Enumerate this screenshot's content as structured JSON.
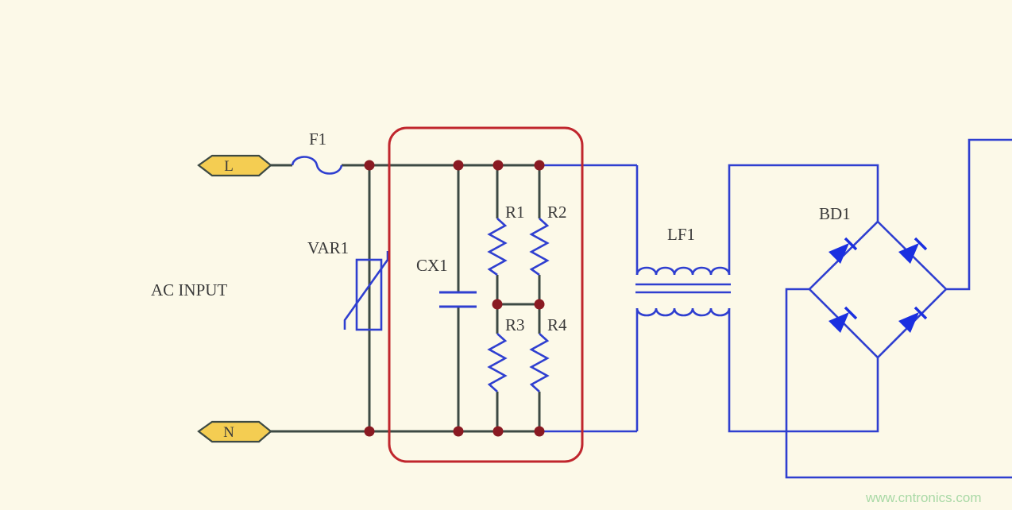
{
  "labels": {
    "terminal_l": "L",
    "terminal_n": "N",
    "fuse": "F1",
    "varistor": "VAR1",
    "input": "AC INPUT",
    "capacitor": "CX1",
    "r1": "R1",
    "r2": "R2",
    "r3": "R3",
    "r4": "R4",
    "inductor": "LF1",
    "bridge": "BD1"
  },
  "watermark": "www.cntronics.com",
  "colors": {
    "background": "#fcf9e8",
    "wire_gray": "#3d4a44",
    "wire_blue": "#2f3fd0",
    "junction": "#8a1a22",
    "highlight_box": "#c0262d",
    "terminal_fill": "#f4cd52",
    "diode_fill": "#1a2fe0"
  }
}
